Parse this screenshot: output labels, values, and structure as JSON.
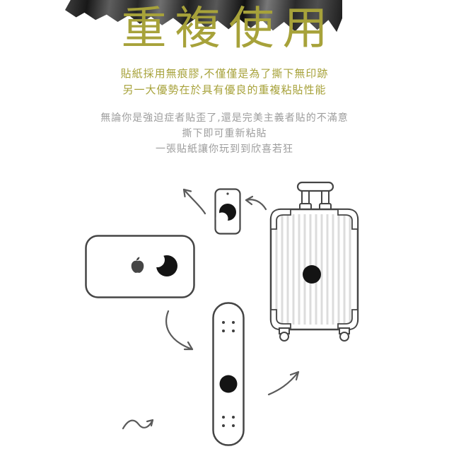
{
  "header": {
    "title": "重複使用"
  },
  "intro": {
    "lines": [
      "貼紙採用無痕膠,不僅僅是為了撕下無印跡",
      "另一大優勢在於具有優良的重複粘貼性能"
    ]
  },
  "body": {
    "lines": [
      "無論你是強迫症者貼歪了,還是完美主義者貼的不滿意",
      "撕下即可重新粘貼",
      "一張貼紙讓你玩到到欣喜若狂"
    ]
  },
  "colors": {
    "accent_olive": "#a7a23a",
    "text_gray": "#9d9d9d",
    "line_ink": "#454545",
    "sticker_black": "#141414",
    "stripe_gray": "#dcdcdc"
  },
  "illustrations": {
    "items": [
      "phone",
      "laptop",
      "suitcase",
      "skateboard"
    ],
    "sticker_shape": "black-dot-sticker"
  }
}
